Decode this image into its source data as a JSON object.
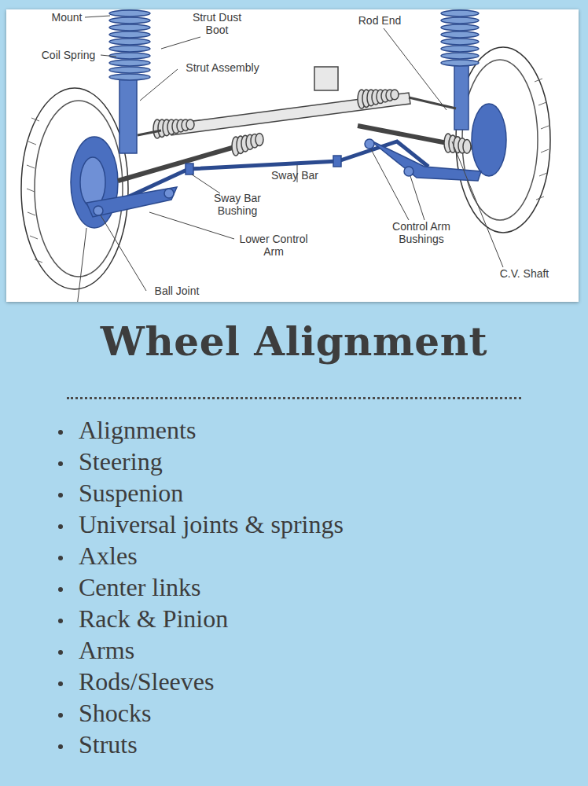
{
  "diagram": {
    "title": "Wheel Alignment",
    "labels": [
      "Mount",
      "Strut Dust Boot",
      "Coil Spring",
      "Strut Assembly",
      "Rod End",
      "Sway Bar",
      "Sway Bar Bushing",
      "Lower Control Arm",
      "Ball Joint",
      "Control Arm Bushings",
      "C.V. Shaft",
      "Alignments",
      "Steering",
      "Suspenion",
      "Universal joints & springs",
      "Axles",
      "Center links",
      "Rack & Pinion",
      "Arms",
      "Rods/Sleeves",
      "Shocks",
      "Struts"
    ]
  }
}
